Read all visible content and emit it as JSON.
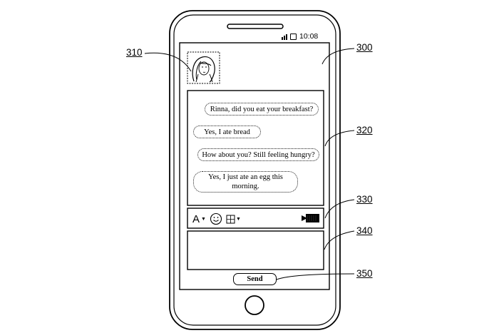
{
  "status_bar": {
    "time": "10:08",
    "signal_icon": "signal-icon",
    "battery_icon": "battery-icon"
  },
  "contact": {
    "avatar_icon": "avatar-portrait-icon"
  },
  "messages": [
    {
      "text": "Rinna, did you eat your breakfast?",
      "side": "right"
    },
    {
      "text": "Yes, I ate bread",
      "side": "left"
    },
    {
      "text": "How about you? Still feeling hungry?",
      "side": "right"
    },
    {
      "text": "Yes, I just ate an egg this morning.",
      "side": "left"
    }
  ],
  "toolbar": {
    "font_label": "A",
    "font_icon": "font-icon",
    "emoji_icon": "smiley-icon",
    "image_icon": "image-icon",
    "video_icon": "video-camera-icon"
  },
  "input": {
    "value": ""
  },
  "send": {
    "label": "Send"
  },
  "reference_labels": {
    "screen": "300",
    "avatar": "310",
    "conversation": "320",
    "toolbar": "330",
    "input": "340",
    "send": "350"
  }
}
